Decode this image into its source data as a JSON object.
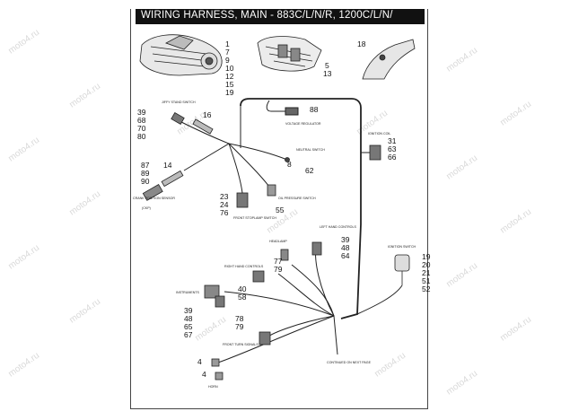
{
  "title": "WIRING HARNESS, MAIN - 883C/L/N/R, 1200C/L/N/",
  "watermark": "moto4.ru",
  "callouts": {
    "c1": "1",
    "c2": "7",
    "c3": "9",
    "c4": "10",
    "c5": "12",
    "c6": "15",
    "c7": "19",
    "c8": "5",
    "c9": "13",
    "c10": "18",
    "c11": "39",
    "c12": "68",
    "c13": "70",
    "c14": "80",
    "c15": "16",
    "c16": "88",
    "c17": "31",
    "c18": "63",
    "c19": "66",
    "c20": "8",
    "c21": "62",
    "c22": "87",
    "c23": "89",
    "c24": "90",
    "c25": "14",
    "c26": "23",
    "c27": "24",
    "c28": "76",
    "c29": "55",
    "c30": "39",
    "c31": "48",
    "c32": "64",
    "c33": "77",
    "c34": "79",
    "c35": "19",
    "c36": "20",
    "c37": "21",
    "c38": "51",
    "c39": "52",
    "c40": "40",
    "c41": "58",
    "c42": "39",
    "c43": "48",
    "c44": "65",
    "c45": "67",
    "c46": "78",
    "c47": "79",
    "c48": "4",
    "c49": "4"
  },
  "labels": {
    "jiffy_stand": "JIFFY STAND SWITCH",
    "voltage_regulator": "VOLTAGE REGULATOR",
    "ignition_coil": "IGNITION COIL",
    "neutral_switch": "NEUTRAL SWITCH",
    "crank_position": "CRANK POSITION SENSOR",
    "crank_position_sub": "(CKP)",
    "oil_pressure": "OIL PRESSURE SWITCH",
    "front_stoplamp": "FRONT STOPLAMP SWITCH",
    "left_hand": "LEFT HAND CONTROLS",
    "headlamp": "HEADLAMP",
    "right_hand": "RIGHT HAND CONTROLS",
    "ignition_switch": "IGNITION SWITCH",
    "instruments": "INSTRUMENTS",
    "front_turn": "FRONT TURN SIGNALS",
    "horn": "HORN",
    "continued": "CONTINUED ON NEXT PAGE"
  }
}
